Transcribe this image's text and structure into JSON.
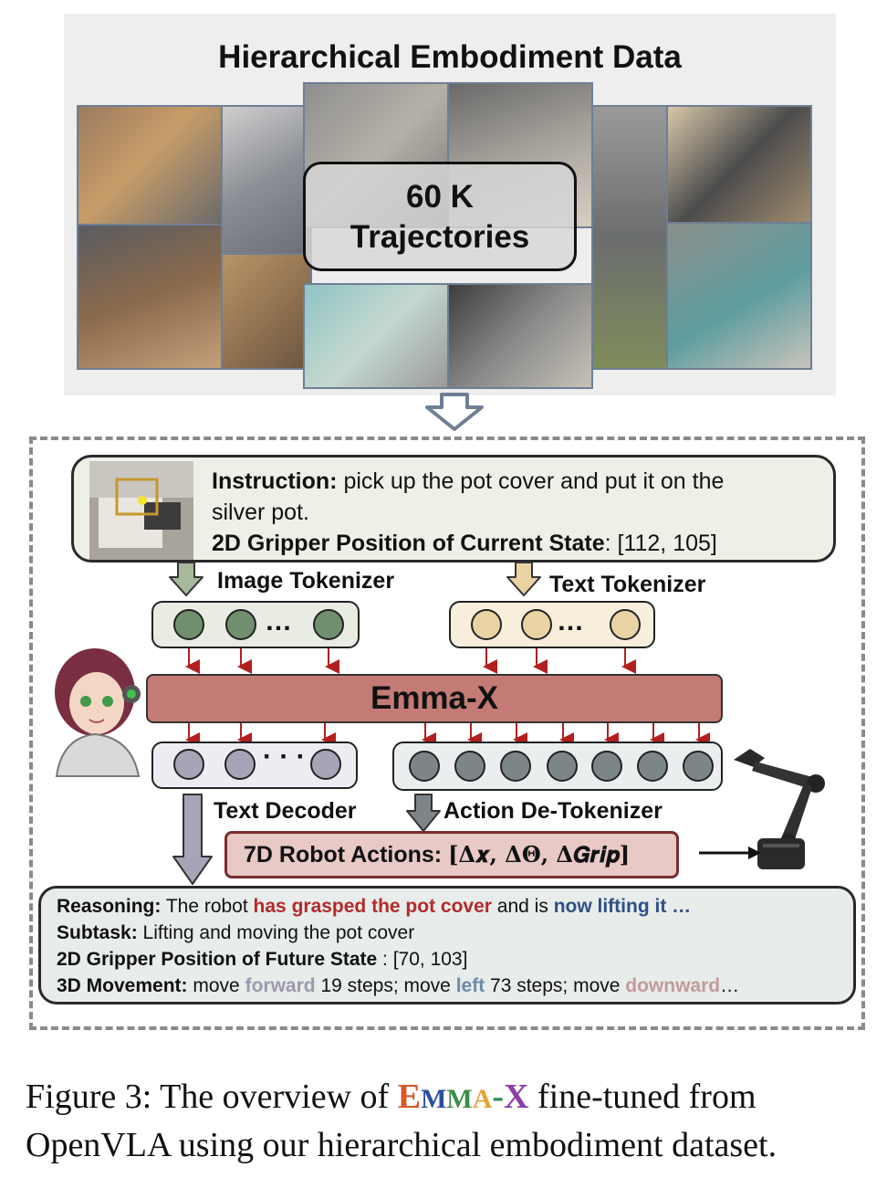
{
  "dataset": {
    "title": "Hierarchical Embodiment Data",
    "trajectories_count": "60 K",
    "trajectories_label": "Trajectories"
  },
  "instruction": {
    "instruction_label": "Instruction:",
    "instruction_text_1": "pick up the pot cover and put it on the",
    "instruction_text_2": "silver pot.",
    "gripper_label": "2D Gripper Position of Current State",
    "gripper_value": ": [112, 105]"
  },
  "tokenizers": {
    "image": "Image Tokenizer",
    "text": "Text Tokenizer"
  },
  "model": {
    "name": "Emma-X"
  },
  "decoders": {
    "text": "Text Decoder",
    "action": "Action De-Tokenizer"
  },
  "actions": {
    "label": "7D Robot Actions:",
    "formula": "[Δ𝒙, ΔΘ, Δ𝑮𝒓𝒊𝒑]"
  },
  "output": {
    "reasoning_label": "Reasoning:",
    "reasoning_pre": "The robot",
    "reasoning_red": "has grasped the pot cover",
    "reasoning_mid": "and is",
    "reasoning_blue": "now lifting it …",
    "subtask_label": "Subtask:",
    "subtask_text": "Lifting and moving the pot cover",
    "future_label": "2D Gripper Position of Future State",
    "future_value": ": [70, 103]",
    "movement_label": "3D Movement:",
    "movement_1": "move",
    "movement_forward": "forward",
    "movement_2": "19 steps; move",
    "movement_left": "left",
    "movement_3": "73 steps; move",
    "movement_down": "downward",
    "movement_end": "…"
  },
  "caption": {
    "prefix": "Figure 3: The overview of",
    "e": "E",
    "m1": "M",
    "m2": "M",
    "a": "A",
    "dash": "-",
    "x": "X",
    "suffix_1": "fine-tuned from",
    "line2": "OpenVLA using our hierarchical embodiment dataset."
  },
  "colors": {
    "emma_bar": "#c47b76",
    "image_token": "#6f8f6e",
    "text_token": "#e9d3a3",
    "output_token": "#a8a4b8",
    "action_token": "#7c8688",
    "reasoning_red": "#b32a2a",
    "reasoning_blue": "#2f4f86",
    "forward": "#9c98ad",
    "left": "#6e8aa8",
    "downward": "#c39a9a",
    "caption_e": "#d9572b",
    "caption_m1": "#2c4f9e",
    "caption_m2": "#3f8c4a",
    "caption_a": "#e6a23a",
    "caption_dash": "#2e8b57",
    "caption_x": "#8a3fa8"
  }
}
